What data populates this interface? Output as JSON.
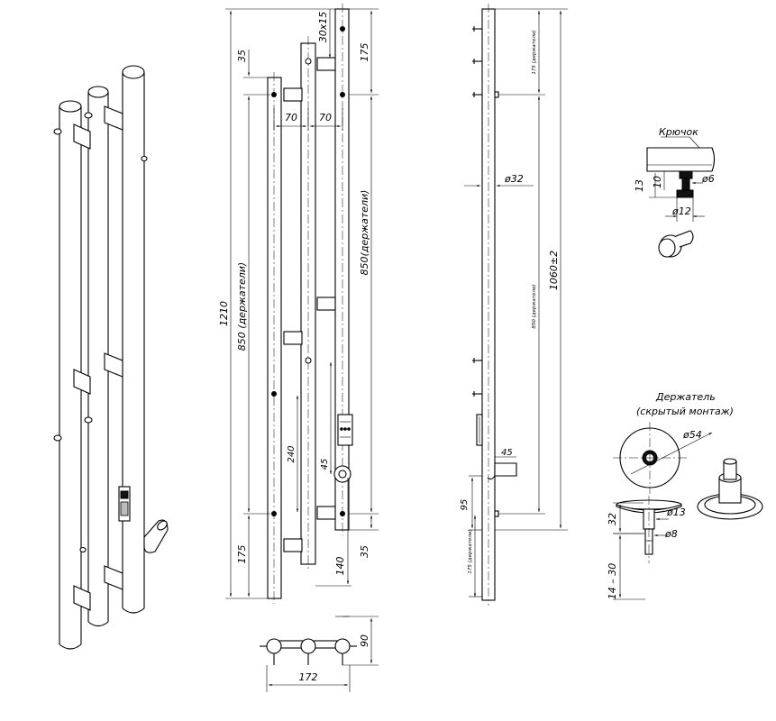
{
  "dimensions": {
    "total_height": "1210",
    "holders_850_left": "850 (держатели)",
    "holders_850_right": "850(держатели)",
    "top_35": "35",
    "bottom_175": "175",
    "top_175": "175",
    "bottom_35": "35",
    "spacing_70_a": "70",
    "spacing_70_b": "70",
    "bracket_30x15": "30х15",
    "dim_240": "240",
    "dim_45_front": "45",
    "dim_140": "140",
    "top_width_172": "172",
    "top_depth_90": "90",
    "side_diameter": "ø32",
    "side_total": "1060±2",
    "side_holders": "850 (держатели)",
    "side_top_small": "175 (держатели)",
    "side_bottom_small": "175 (держатели)",
    "side_45": "45",
    "side_95": "95"
  },
  "hook": {
    "title": "Крючок",
    "d6": "ø6",
    "d12": "ø12",
    "h13": "13",
    "h10": "10"
  },
  "holder": {
    "title_line1": "Держатель",
    "title_line2": "(скрытый монтаж)",
    "d54": "ø54",
    "d13": "ø13",
    "d8": "ø8",
    "h32": "32",
    "range": "14 – 30"
  }
}
